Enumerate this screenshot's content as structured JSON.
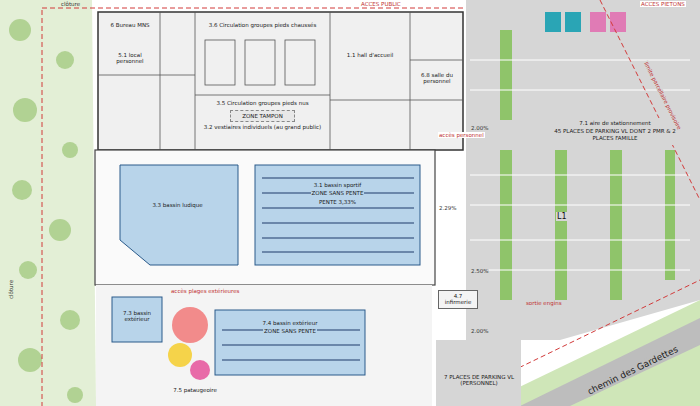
{
  "diagram": {
    "nodes": [
      {
        "text": [
          "6 Bureau MNS"
        ]
      },
      {
        "text": [
          "5.1 local personnel"
        ]
      },
      {
        "text": [
          "3.6 Circulation groupes pieds chaussés"
        ]
      },
      {
        "text": [
          "3.5 Circulation groupes pieds nus"
        ]
      },
      {
        "text": [
          "ZONE TAMPON"
        ]
      },
      {
        "text": [
          "3.2 vestiaires individuels (au grand public)"
        ]
      },
      {
        "text": [
          "1.1 hall d'accueil"
        ]
      },
      {
        "text": [
          "6.8 salle du personnel"
        ]
      },
      {
        "text": [
          "7.1 aire de stationnement",
          "45 PLACES DE PARKING VL DONT 2 PMR & 2 PLACES FAMILLE"
        ]
      },
      {
        "text": [
          "3.3 bassin ludique"
        ]
      },
      {
        "text": [
          "3.1 bassin sportif",
          "ZONE SANS PENTE",
          "PENTE 3,33%"
        ]
      },
      {
        "text": [
          "7.3 bassin extérieur"
        ]
      },
      {
        "text": [
          "7.5 pataugeoire"
        ]
      },
      {
        "text": [
          "7.4 bassin extérieur",
          "ZONE SANS PENTE"
        ]
      },
      {
        "text": [
          "7 PLACES DE PARKING VL (PERSONNEL)"
        ]
      },
      {
        "text": [
          "4.7 infirmerie"
        ]
      }
    ],
    "labels": [
      "clôture",
      "clôture",
      "ACCES PUBLIC",
      "ACCES PIETONS",
      "accès personnel",
      "L1",
      "2.00%",
      "2.29%",
      "2.50%",
      "2.00%",
      "chemin des Gardettes",
      "limite parcellaire provisoire",
      "accès plages extérieures",
      "sortie engins"
    ]
  }
}
